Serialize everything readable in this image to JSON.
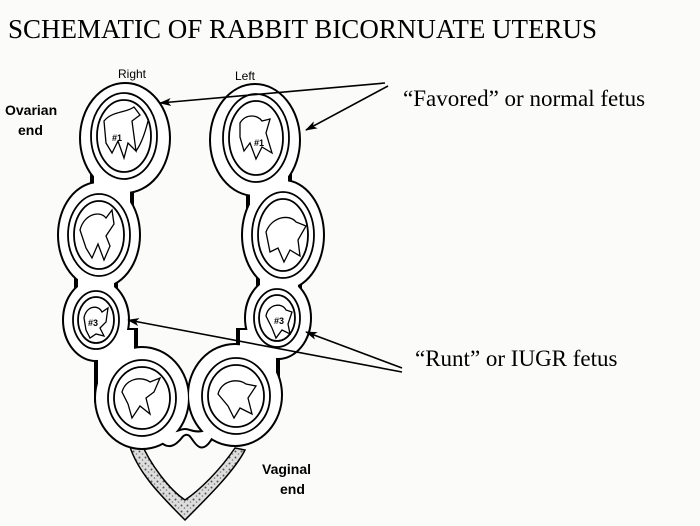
{
  "title": "SCHEMATIC OF RABBIT BICORNUATE UTERUS",
  "labels": {
    "right": "Right",
    "left": "Left",
    "ovarian_line1": "Ovarian",
    "ovarian_line2": "end",
    "vaginal_line1": "Vaginal",
    "vaginal_line2": "end",
    "favored": "“Favored” or normal fetus",
    "runt": "“Runt” or IUGR fetus"
  },
  "fetus_marks": {
    "right_1": "#1",
    "left_1": "#1",
    "right_3": "#3",
    "left_3": "#3"
  }
}
